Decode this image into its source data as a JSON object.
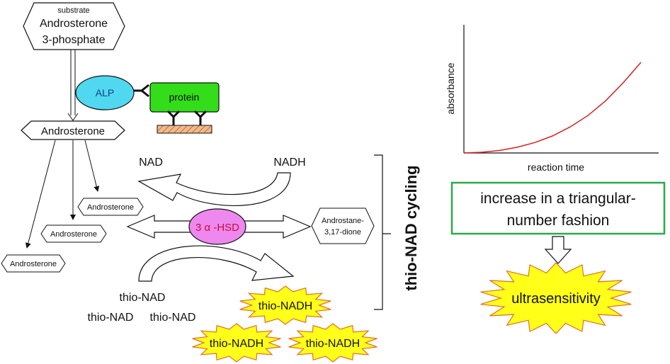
{
  "substrate": {
    "caption": "substrate",
    "line1": "Androsterone",
    "line2": "3-phosphate"
  },
  "alp": {
    "label": "ALP"
  },
  "protein": {
    "label": "protein"
  },
  "androsterone_main": {
    "label": "Androsterone"
  },
  "androsterone_products": [
    {
      "label": "Androsterone"
    },
    {
      "label": "Androsterone"
    },
    {
      "label": "Androsterone"
    }
  ],
  "cycle": {
    "nad": "NAD",
    "nadh": "NADH",
    "enzyme": "3 α -HSD",
    "product_line1": "Androstane-",
    "product_line2": "3,17-dione",
    "thio_nad": [
      "thio-NAD",
      "thio-NAD",
      "thio-NAD"
    ],
    "thio_nadh": [
      "thio-NADH",
      "thio-NADH",
      "thio-NADH"
    ],
    "title": "thio-NAD cycling"
  },
  "chart_data": {
    "type": "line",
    "title": "",
    "xlabel": "reaction time",
    "ylabel": "absorbance",
    "grid": false,
    "legend": "none",
    "series": [
      {
        "color": "#d42020",
        "x": [
          0,
          0.1,
          0.2,
          0.3,
          0.4,
          0.5,
          0.6,
          0.7,
          0.8,
          0.9,
          1.0
        ],
        "y": [
          0,
          0.006,
          0.022,
          0.05,
          0.092,
          0.15,
          0.23,
          0.33,
          0.46,
          0.62,
          0.8
        ]
      }
    ],
    "xlim": [
      0,
      1
    ],
    "ylim": [
      0,
      1
    ]
  },
  "result": {
    "line1": "increase in a triangular-",
    "line2": "number fashion",
    "burst": "ultrasensitivity"
  },
  "colors": {
    "alp": "#4fd8f0",
    "protein": "#33dd1a",
    "enzyme": "#ee88ee",
    "burst_fill": "#ffff1a",
    "burst_stroke": "#e07020",
    "result_border": "#2aaa4a",
    "plate": "#f3b98a"
  }
}
